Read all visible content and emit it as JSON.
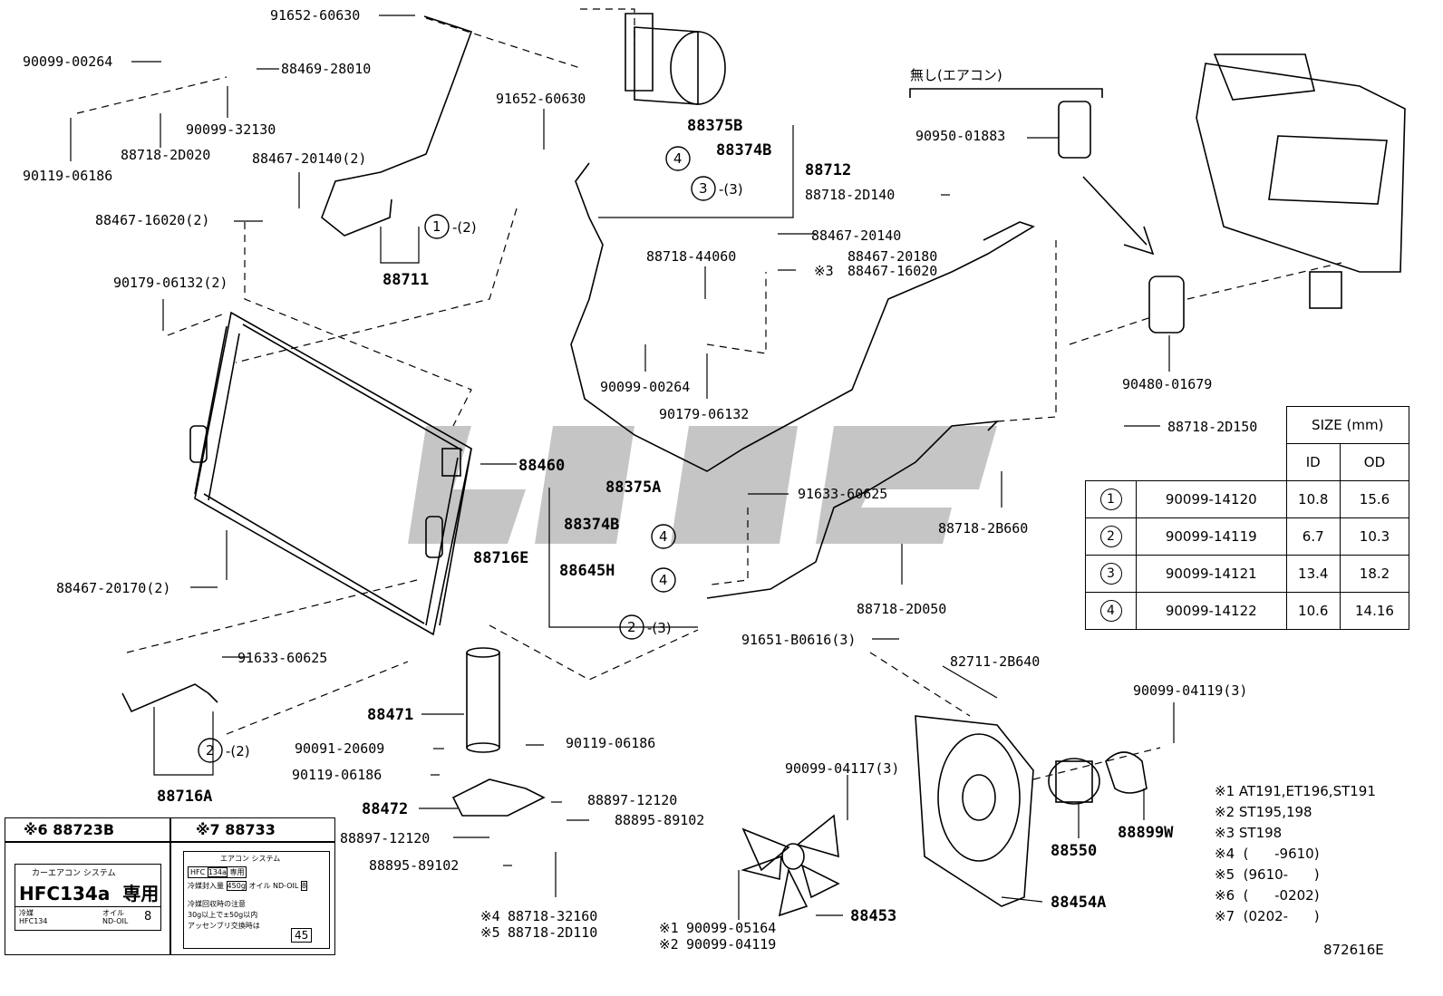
{
  "figure_code": "872616E",
  "no_aircon_note": "無し(エアコン)",
  "part_labels": [
    "91652-60630",
    "90099-00264",
    "88469-28010",
    "90099-32130",
    "88718-2D020",
    "90119-06186",
    "88467-20140(2)",
    "88467-16020(2)",
    "88711",
    "90179-06132(2)",
    "91652-60630",
    "88375B",
    "88374B",
    "88712",
    "88718-2D140",
    "90950-01883",
    "88467-20140",
    "88467-20180",
    "88467-16020",
    "88718-44060",
    "90099-00264",
    "90179-06132",
    "88460",
    "88375A",
    "88374B",
    "88716E",
    "88645H",
    "91633-60625",
    "88718-2B660",
    "88718-2D050",
    "90480-01679",
    "88718-2D150",
    "88467-20170(2)",
    "91633-60625",
    "88716A",
    "88471",
    "90091-20609",
    "90119-06186",
    "88472",
    "88897-12120",
    "88895-89102",
    "90119-06186",
    "88897-12120",
    "88895-89102",
    "91651-B0616(3)",
    "82711-2B640",
    "90099-04119(3)",
    "90099-04117(3)",
    "88550",
    "88899W",
    "88453",
    "88454A",
    "90099-05164",
    "90099-04119",
    "88718-32160",
    "88718-2D110"
  ],
  "circle_refs": [
    "1",
    "-(2)",
    "3",
    "-(3)",
    "4",
    "4",
    "4",
    "2",
    "-(3)",
    "2",
    "-(2)"
  ],
  "marks": {
    "m1": "※1",
    "m2": "※2",
    "m3": "※3",
    "m4": "※4",
    "m5": "※5",
    "m6": "※6",
    "m7": "※7"
  },
  "size_table": {
    "header": "SIZE (mm)",
    "col_id": "ID",
    "col_od": "OD",
    "rows": [
      {
        "ref": "1",
        "part": "90099-14120",
        "id": "10.8",
        "od": "15.6"
      },
      {
        "ref": "2",
        "part": "90099-14119",
        "id": "6.7",
        "od": "10.3"
      },
      {
        "ref": "3",
        "part": "90099-14121",
        "id": "13.4",
        "od": "18.2"
      },
      {
        "ref": "4",
        "part": "90099-14122",
        "id": "10.6",
        "od": "14.16"
      }
    ]
  },
  "notes": [
    "※1  AT191,ET196,ST191",
    "※2  ST195,198",
    "※3  ST198",
    "※4  (      -9610)",
    "※5  (9610-      )",
    "※6  (      -0202)",
    "※7  (0202-      )"
  ],
  "label_boxes": {
    "left_title": "※6 88723B",
    "right_title": "※7 88733",
    "left_heading": "カーエアコン システム",
    "left_main": "HFC134a  専用",
    "left_small1": "冷媒",
    "left_small2": "HFC134",
    "left_small3": "オイル",
    "left_small4": "ND-OIL",
    "left_small5": "8",
    "right_heading": "エアコン システム",
    "right_row1a": "HFC",
    "right_row1b": "134a",
    "right_row1c": "専用",
    "right_row2a": "冷媒封入量",
    "right_row2b": "450g",
    "right_row2c": "オイル",
    "right_row2d": "ND-OIL",
    "right_row2e": "8",
    "right_note1": "冷媒回収時の注意",
    "right_note2": "30g以上で±50g以内",
    "right_note3": "アッセンブリ交換時は",
    "right_box": "45"
  }
}
